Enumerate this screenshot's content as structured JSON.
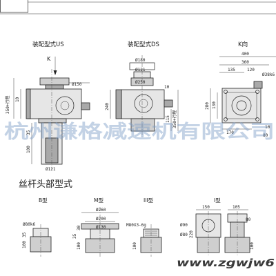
{
  "views": {
    "us": {
      "title": "装配型式US",
      "arrow_label": "K"
    },
    "ds": {
      "title": "装配型式DS"
    },
    "k": {
      "title": "K向"
    }
  },
  "dims": {
    "phi150": "Ø150",
    "dim_350_stroke_us": "350+行程",
    "d10": "10",
    "d35": "35",
    "d100": "100",
    "phi121_us": "Ø121",
    "phi180": "Ø180",
    "phi121_ds": "Ø121",
    "phi250": "Ø250",
    "d240": "240",
    "d115": "115",
    "dim_350_stroke_ds": "350+行程",
    "d10b": "10",
    "d400": "400",
    "d360": "360",
    "d135": "135",
    "d120": "120",
    "phi38k6": "Ø38k6",
    "d280": "280",
    "d130": "130",
    "d170": "170",
    "d80": "80",
    "d10c": "10"
  },
  "section": {
    "title": "丝杆头部型式",
    "types": {
      "b": "B型",
      "m": "M型",
      "iii": "III型",
      "i": "I型"
    },
    "b_dims": {
      "phi80k6": "Ø80k6",
      "d100": "100",
      "d35": "35"
    },
    "m_dims": {
      "phi260": "Ø260",
      "phi200": "Ø200",
      "phi130": "Ø130",
      "d30": "30",
      "d100": "100",
      "d35": "35"
    },
    "iii_dims": {
      "thread": "M80X3-6g",
      "d100": "100"
    },
    "i_dims": {
      "d150": "150",
      "d105": "105",
      "d220": "220",
      "phi90": "Ø90",
      "phi80": "Ø80",
      "d80": "80",
      "d100": "100"
    }
  },
  "watermark": "杭州谦格减速机有限公司",
  "url_text": "www.zgwjw6"
}
